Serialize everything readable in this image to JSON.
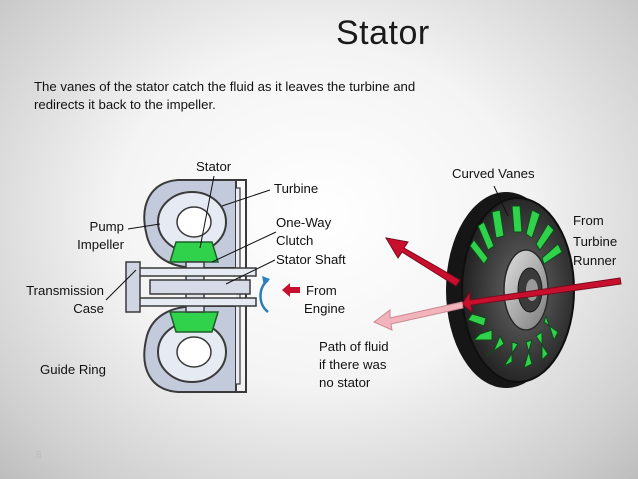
{
  "slide": {
    "title": "Stator",
    "body": "The vanes of the stator catch the fluid as it leaves the turbine and redirects it back to the impeller.",
    "slide_number": "8"
  },
  "labels": {
    "stator": "Stator",
    "turbine": "Turbine",
    "pump_impeller_1": "Pump",
    "pump_impeller_2": "Impeller",
    "one_way_clutch_1": "One-Way",
    "one_way_clutch_2": "Clutch",
    "stator_shaft": "Stator Shaft",
    "transmission_case_1": "Transmission",
    "transmission_case_2": "Case",
    "from_engine_1": "From",
    "from_engine_2": "Engine",
    "guide_ring": "Guide Ring",
    "curved_vanes": "Curved Vanes",
    "from_turbine_runner_1": "From",
    "from_turbine_runner_2": "Turbine",
    "from_turbine_runner_3": "Runner",
    "path_of_fluid_1": "Path of fluid",
    "path_of_fluid_2": "if there was",
    "path_of_fluid_3": "no stator"
  },
  "colors": {
    "vane_green": "#2fd24a",
    "arrow_red": "#c8102e",
    "arrow_pink": "#f2b3ba",
    "housing_blue": "#b9c2d6",
    "wheel_dark": "#262626"
  }
}
